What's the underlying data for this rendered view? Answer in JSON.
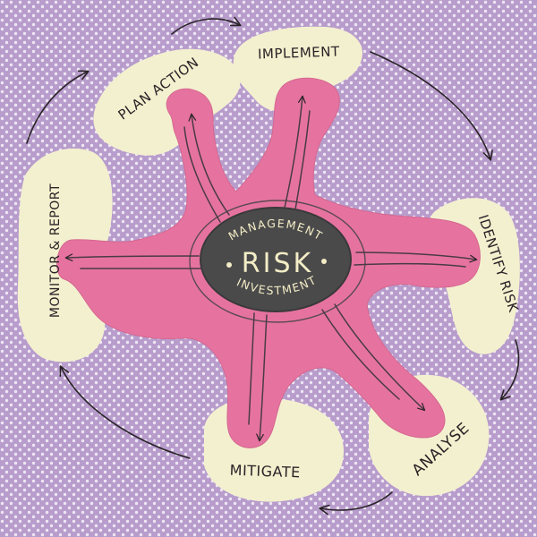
{
  "colors": {
    "background": "#b79ccc",
    "dots": "#ede6f3",
    "blob": "#f3f0cf",
    "splat": "#e6739f",
    "core": "#4b4a4b",
    "core_text": "#f3edc6",
    "ink": "#2a2327"
  },
  "center": {
    "top": "MANAGEMENT",
    "main": "RISK",
    "bottom": "INVESTMENT"
  },
  "steps": {
    "plan_action": "PLAN ACTION",
    "implement": "IMPLEMENT",
    "identify_risk": "IDENTIFY RISK",
    "analyse": "ANALYSE",
    "mitigate": "MITIGATE",
    "monitor_report": "MONITOR & REPORT"
  },
  "icons": {
    "cycle_arrow": "curved-arrow-icon",
    "spoke_arrow": "arrow-icon"
  }
}
